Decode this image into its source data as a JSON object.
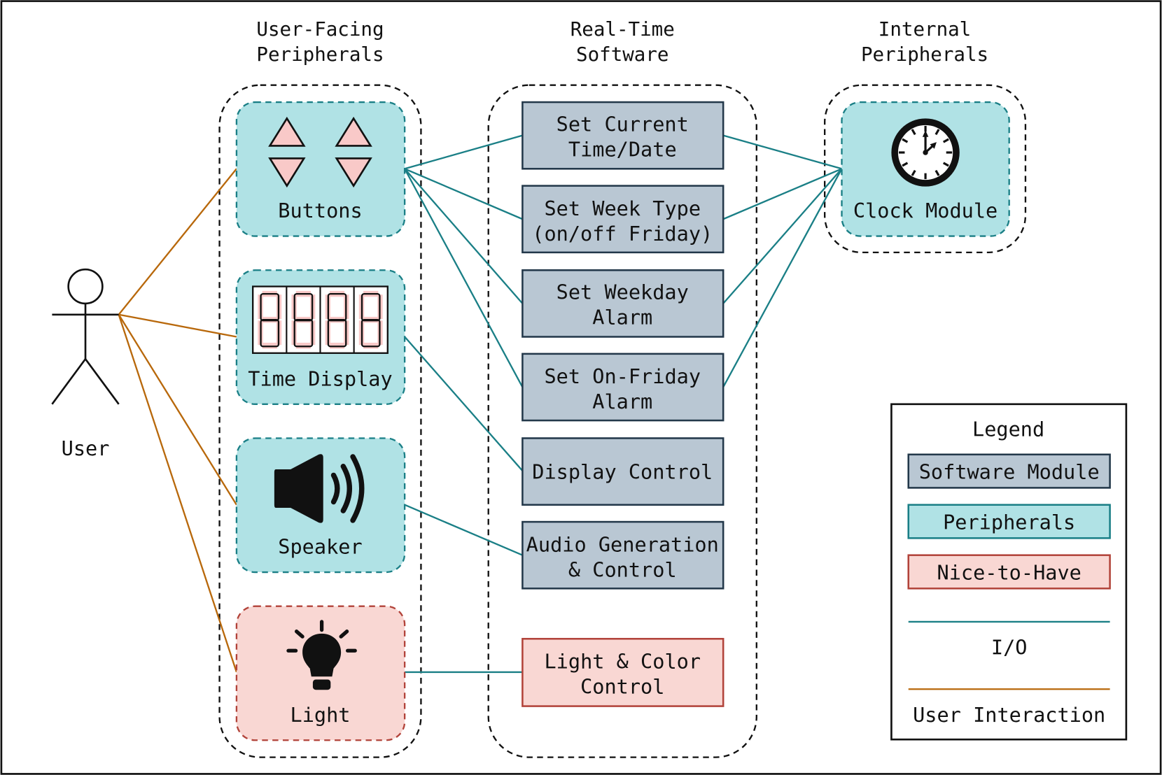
{
  "headers": {
    "user_facing": [
      "User-Facing",
      "Peripherals"
    ],
    "software": [
      "Real-Time",
      "Software"
    ],
    "internal": [
      "Internal",
      "Peripherals"
    ]
  },
  "actor": {
    "label": "User",
    "icon": "stick-figure-icon"
  },
  "user_peripherals": [
    {
      "label": "Buttons",
      "icon": "up-down-arrows-icon",
      "type": "peripheral"
    },
    {
      "label": "Time Display",
      "icon": "seven-segment-display-icon",
      "type": "peripheral"
    },
    {
      "label": "Speaker",
      "icon": "speaker-icon",
      "type": "peripheral"
    },
    {
      "label": "Light",
      "icon": "lightbulb-icon",
      "type": "nice-to-have"
    }
  ],
  "software_modules": [
    {
      "lines": [
        "Set Current",
        "Time/Date"
      ],
      "type": "software"
    },
    {
      "lines": [
        "Set Week Type",
        "(on/off Friday)"
      ],
      "type": "software"
    },
    {
      "lines": [
        "Set Weekday",
        "Alarm"
      ],
      "type": "software"
    },
    {
      "lines": [
        "Set On-Friday",
        "Alarm"
      ],
      "type": "software"
    },
    {
      "lines": [
        "Display Control"
      ],
      "type": "software"
    },
    {
      "lines": [
        "Audio Generation",
        "& Control"
      ],
      "type": "software"
    },
    {
      "lines": [
        "Light & Color",
        "Control"
      ],
      "type": "nice-to-have"
    }
  ],
  "internal_peripherals": [
    {
      "label": "Clock Module",
      "icon": "clock-icon",
      "type": "peripheral"
    }
  ],
  "connections": {
    "user_interaction": [
      "Buttons",
      "Time Display",
      "Speaker",
      "Light"
    ],
    "io": [
      [
        "Buttons",
        "Set Current Time/Date"
      ],
      [
        "Buttons",
        "Set Week Type (on/off Friday)"
      ],
      [
        "Buttons",
        "Set Weekday Alarm"
      ],
      [
        "Buttons",
        "Set On-Friday Alarm"
      ],
      [
        "Time Display",
        "Display Control"
      ],
      [
        "Speaker",
        "Audio Generation & Control"
      ],
      [
        "Light",
        "Light & Color Control"
      ],
      [
        "Clock Module",
        "Set Current Time/Date"
      ],
      [
        "Clock Module",
        "Set Week Type (on/off Friday)"
      ],
      [
        "Clock Module",
        "Set Weekday Alarm"
      ],
      [
        "Clock Module",
        "Set On-Friday Alarm"
      ]
    ]
  },
  "legend": {
    "title": "Legend",
    "items": [
      {
        "label": "Software Module",
        "kind": "box",
        "fill": "#b9c7d3",
        "stroke": "#23384a"
      },
      {
        "label": "Peripherals",
        "kind": "box",
        "fill": "#b0e2e5",
        "stroke": "#1a7f86"
      },
      {
        "label": "Nice-to-Have",
        "kind": "box",
        "fill": "#f9d7d3",
        "stroke": "#b2433a"
      },
      {
        "label": "I/O",
        "kind": "line",
        "stroke": "#1a7f86"
      },
      {
        "label": "User Interaction",
        "kind": "line",
        "stroke": "#b8680b"
      }
    ]
  }
}
